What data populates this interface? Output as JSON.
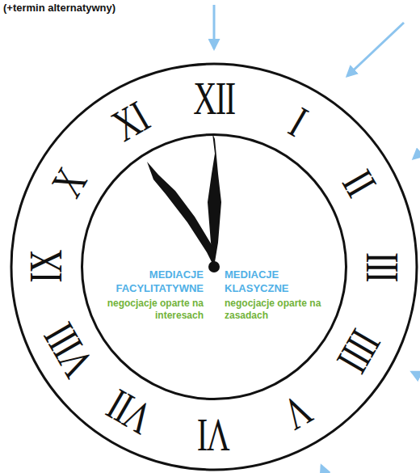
{
  "diagram": {
    "nodes": [
      {
        "text": [
          "MEDIACJE FACYLITATYWNE",
          "negocjacje oparte na interesach",
          "MEDIACJE KLASYCZNE",
          "negocjacje oparte na zasadach"
        ]
      }
    ],
    "labels": [
      "(+termin alternatywny)",
      "XII",
      "I",
      "II",
      "III",
      "IIII",
      "V",
      "VI",
      "VII",
      "VIII",
      "IX",
      "X",
      "XI"
    ]
  }
}
